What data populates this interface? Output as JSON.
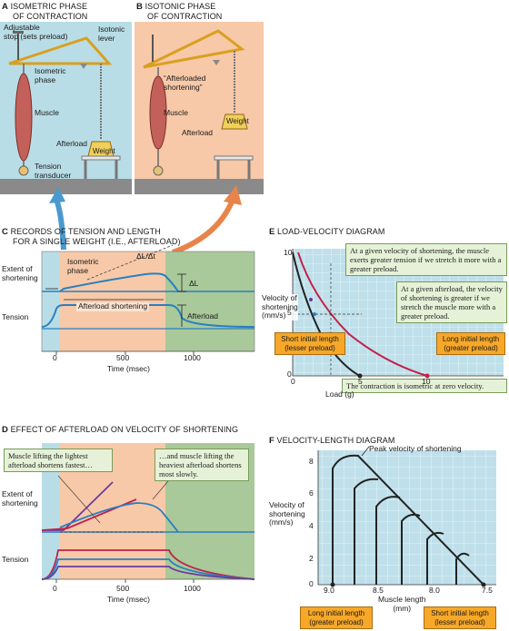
{
  "panel_a": {
    "letter": "A",
    "title_1": "ISOMETRIC PHASE",
    "title_2": "OF CONTRACTION",
    "stop_label_1": "Adjustable",
    "stop_label_2": "stop (sets preload)",
    "lever_label_1": "Isotonic",
    "lever_label_2": "lever",
    "phase_label_1": "Isometric",
    "phase_label_2": "phase",
    "muscle_label": "Muscle",
    "afterload_label": "Afterload",
    "weight_label": "Weight",
    "transducer_label_1": "Tension",
    "transducer_label_2": "transducer"
  },
  "panel_b": {
    "letter": "B",
    "title_1": "ISOTONIC PHASE",
    "title_2": "OF CONTRACTION",
    "shortening_label_1": "“Afterloaded",
    "shortening_label_2": "shortening”",
    "muscle_label": "Muscle",
    "afterload_label": "Afterload",
    "weight_label": "Weight"
  },
  "panel_c": {
    "letter": "C",
    "title_1": "RECORDS OF TENSION AND LENGTH",
    "title_2": "FOR A SINGLE WEIGHT (I.E., AFTERLOAD)",
    "extent_1": "Extent of",
    "extent_2": "shortening",
    "tension": "Tension",
    "isometric_1": "Isometric",
    "isometric_2": "phase",
    "slope": "ΔL/Δt",
    "delta_l": "ΔL",
    "afterload_shortening": "Afterload shortening",
    "afterload": "Afterload",
    "xlabel": "Time (msec)",
    "ticks": [
      "0",
      "500",
      "1000"
    ]
  },
  "panel_d": {
    "letter": "D",
    "title": "EFFECT OF AFTERLOAD ON VELOCITY OF SHORTENING",
    "callout_light": "Muscle lifting the lightest afterload shortens fastest…",
    "callout_heavy": "…and muscle lifting the heaviest afterload shortens most slowly.",
    "extent_1": "Extent of",
    "extent_2": "shortening",
    "tension": "Tension",
    "xlabel": "Time (msec)",
    "ticks": [
      "0",
      "500",
      "1000"
    ]
  },
  "panel_e": {
    "letter": "E",
    "title": "LOAD-VELOCITY DIAGRAM",
    "callout_preload": "At a given velocity of shortening, the muscle exerts greater tension if we stretch it more with a greater preload.",
    "callout_afterload": "At a given afterload, the velocity of shortening is greater if we stretch the muscle more with a greater preload.",
    "callout_isometric": "The contraction is isometric at zero velocity.",
    "short_1": "Short initial length",
    "short_2": "(lesser preload)",
    "long_1": "Long initial length",
    "long_2": "(greater preload)",
    "ylabel_1": "Velocity of",
    "ylabel_2": "shortening",
    "ylabel_3": "(mm/s)",
    "xlabel": "Load (g)",
    "xticks": [
      "0",
      "5",
      "10"
    ],
    "yticks": [
      "0",
      "5",
      "10"
    ]
  },
  "panel_f": {
    "letter": "F",
    "title": "VELOCITY-LENGTH DIAGRAM",
    "peak_label": "Peak velocity of shortening",
    "ylabel_1": "Velocity of",
    "ylabel_2": "shortening",
    "ylabel_3": "(mm/s)",
    "xlabel_1": "Muscle length",
    "xlabel_2": "(mm)",
    "xticks": [
      "9.0",
      "8.5",
      "8.0",
      "7.5"
    ],
    "yticks": [
      "0",
      "2",
      "4",
      "6",
      "8"
    ],
    "long_1": "Long initial length",
    "long_2": "(greater preload)",
    "short_1": "Short initial length",
    "short_2": "(lesser preload)"
  },
  "colors": {
    "blue_bg": "#b9dde6",
    "peach_bg": "#f7c9a8",
    "green_bg": "#a9c99a",
    "grid_bg": "#bfe0ea",
    "callout_green": "#e6f2d8",
    "callout_orange": "#f7a829",
    "curve_blue": "#2a7fc0",
    "curve_red": "#c0204a",
    "curve_purple": "#6a3aa0"
  }
}
